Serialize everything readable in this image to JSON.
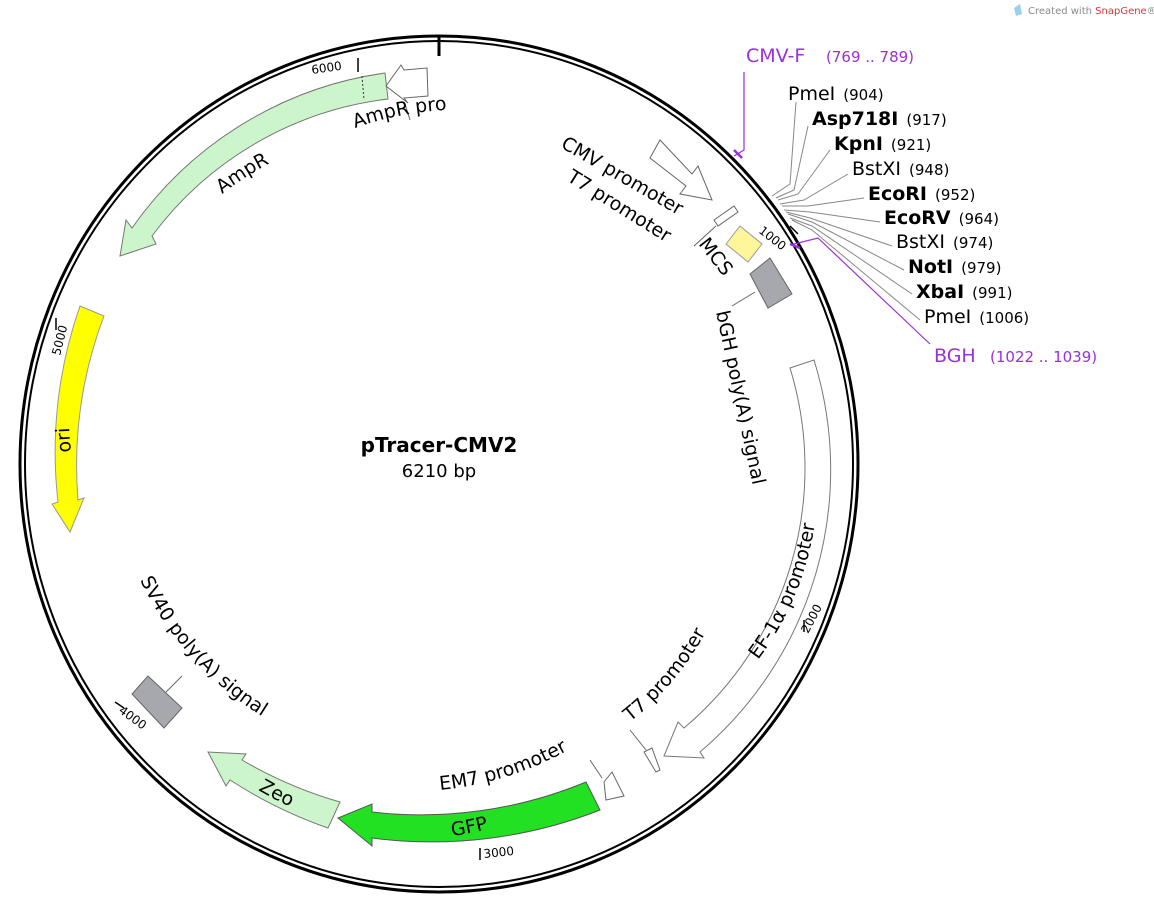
{
  "watermark": {
    "prefix": "Created with ",
    "brand": "SnapGene",
    "suffix": "®"
  },
  "plasmid": {
    "name": "pTracer-CMV2",
    "size_label": "6210 bp"
  },
  "ticks": [
    "1000",
    "2000",
    "3000",
    "4000",
    "5000",
    "6000"
  ],
  "features": {
    "ampr": "AmpR",
    "ampr_promoter": "AmpR promoter",
    "cmv_promoter": "CMV promoter",
    "t7_promoter_top": "T7 promoter",
    "mcs": "MCS",
    "bgh": "bGH poly(A) signal",
    "ef1a": "EF-1α promoter",
    "t7_promoter_bottom": "T7 promoter",
    "em7": "EM7 promoter",
    "gfp": "GFP",
    "zeo": "Zeo",
    "sv40": "SV40 poly(A) signal",
    "ori": "ori"
  },
  "primers": [
    {
      "name": "CMV-F",
      "range": "(769 .. 789)"
    },
    {
      "name": "BGH",
      "range": "(1022 .. 1039)"
    }
  ],
  "sites": [
    {
      "name": "PmeI",
      "pos": "(904)",
      "bold": false
    },
    {
      "name": "Asp718I",
      "pos": "(917)",
      "bold": true
    },
    {
      "name": "KpnI",
      "pos": "(921)",
      "bold": true
    },
    {
      "name": "BstXI",
      "pos": "(948)",
      "bold": false
    },
    {
      "name": "EcoRI",
      "pos": "(952)",
      "bold": true
    },
    {
      "name": "EcoRV",
      "pos": "(964)",
      "bold": true
    },
    {
      "name": "BstXI",
      "pos": "(974)",
      "bold": false
    },
    {
      "name": "NotI",
      "pos": "(979)",
      "bold": true
    },
    {
      "name": "XbaI",
      "pos": "(991)",
      "bold": true
    },
    {
      "name": "PmeI",
      "pos": "(1006)",
      "bold": false
    }
  ],
  "colors": {
    "backbone": "#000000",
    "ampr_fill": "#ccf5cc",
    "ori_fill": "#ffff00",
    "gfp_fill": "#22e022",
    "zeo_fill": "#ccf5cc",
    "mcs_fill": "#fff59a",
    "polya_fill": "#a6a8ad",
    "promoter_fill": "#ffffff",
    "primer": "#9b30d9"
  }
}
